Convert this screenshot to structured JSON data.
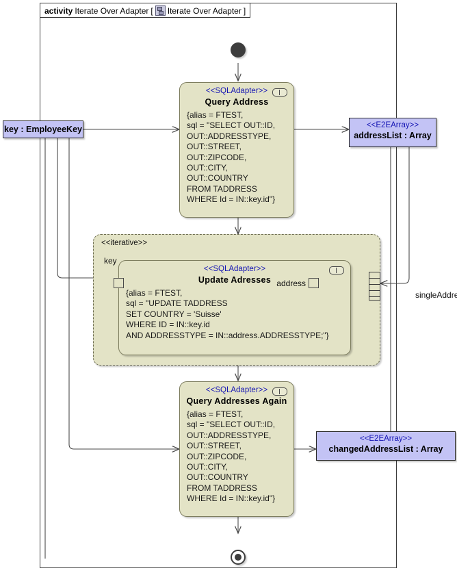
{
  "frame": {
    "keyword": "activity",
    "title": "Iterate Over Adapter",
    "bracket_open": "[",
    "bracket_close": "]",
    "ref_name": "Iterate Over Adapter",
    "icon": "activity-diagram-icon"
  },
  "nodes": {
    "initial": {
      "name": "initial-node"
    },
    "final": {
      "name": "activity-final-node"
    },
    "query_address": {
      "stereotype": "<<SQLAdapter>>",
      "name": "Query  Address",
      "body": "{alias = FTEST,\nsql = \"SELECT OUT::ID,\nOUT::ADDRESSTYPE,\nOUT::STREET,\nOUT::ZIPCODE,\nOUT::CITY,\nOUT::COUNTRY\nFROM TADDRESS\nWHERE Id = IN::key.id\"}",
      "rake_icon": "subactivity-rake-icon"
    },
    "update_addresses": {
      "stereotype": "<<SQLAdapter>>",
      "name": "Update Adresses",
      "body": "{alias = FTEST,\nsql = \"UPDATE TADDRESS\nSET COUNTRY = 'Suisse'\nWHERE ID = IN::key.id\nAND ADDRESSTYPE = IN::address.ADDRESSTYPE;\"}",
      "rake_icon": "subactivity-rake-icon",
      "pin_key": "key",
      "pin_address": "address"
    },
    "query_addresses_again": {
      "stereotype": "<<SQLAdapter>>",
      "name": "Query  Addresses Again",
      "body": "{alias = FTEST,\nsql = \"SELECT OUT::ID,\nOUT::ADDRESSTYPE,\nOUT::STREET,\nOUT::ZIPCODE,\nOUT::CITY,\nOUT::COUNTRY\nFROM TADDRESS\nWHERE Id = IN::key.id\"}",
      "rake_icon": "subactivity-rake-icon"
    },
    "iterative_region": {
      "stereotype": "<<iterative>>"
    },
    "key_object": {
      "label": "key : EmployeeKey"
    },
    "address_list": {
      "stereotype": "<<E2EArray>>",
      "label": "addressList : Array"
    },
    "changed_address_list": {
      "stereotype": "<<E2EArray>>",
      "label": "changedAddressList : Array"
    },
    "expansion_node": {
      "name": "expansion-node",
      "segments": 5
    }
  },
  "edges": {
    "single_address_label": "singleAddress"
  },
  "colors": {
    "action_fill": "#e3e3c6",
    "action_stroke": "#7d7d5e",
    "object_fill": "#c3c3f5",
    "object_stroke": "#2a2a2a",
    "stereotype_text": "#1414b4",
    "edge_stroke": "#4a4a4a",
    "node_dark": "#3d3d3d"
  }
}
